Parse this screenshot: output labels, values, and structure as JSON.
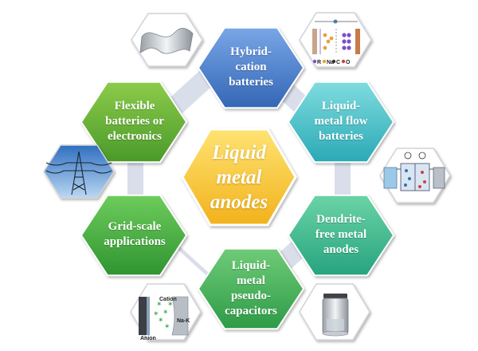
{
  "center": {
    "lines": [
      "Liquid",
      "metal",
      "anodes"
    ],
    "color_light": "#FFE372",
    "color_dark": "#F2B21C"
  },
  "nodes": [
    {
      "id": "hybrid",
      "lines": [
        "Hybrid-",
        "cation",
        "batteries"
      ],
      "color_light": "#78A6E6",
      "color_dark": "#3466B5"
    },
    {
      "id": "flow",
      "lines": [
        "Liquid-",
        "metal flow",
        "batteries"
      ],
      "color_light": "#7FDCDE",
      "color_dark": "#2AA9B6"
    },
    {
      "id": "dendrite",
      "lines": [
        "Dendrite-",
        "free metal",
        "anodes"
      ],
      "color_light": "#6BD3A6",
      "color_dark": "#26A47F"
    },
    {
      "id": "pseudo",
      "lines": [
        "Liquid-",
        "metal",
        "pseudo-",
        "capacitors"
      ],
      "color_light": "#6FCB78",
      "color_dark": "#2D9B46"
    },
    {
      "id": "grid",
      "lines": [
        "Grid-scale",
        "applications"
      ],
      "color_light": "#6ECC5C",
      "color_dark": "#2F9430"
    },
    {
      "id": "flexible",
      "lines": [
        "Flexible",
        "batteries or",
        "electronics"
      ],
      "color_light": "#8CCB4A",
      "color_dark": "#4A9A2A"
    }
  ],
  "icon_labels": {
    "hybrid_row": [
      "R",
      "Na",
      "C",
      "O"
    ],
    "pseudo_cation": "Cation",
    "pseudo_anion": "Anion",
    "pseudo_nak": "Na-K"
  }
}
